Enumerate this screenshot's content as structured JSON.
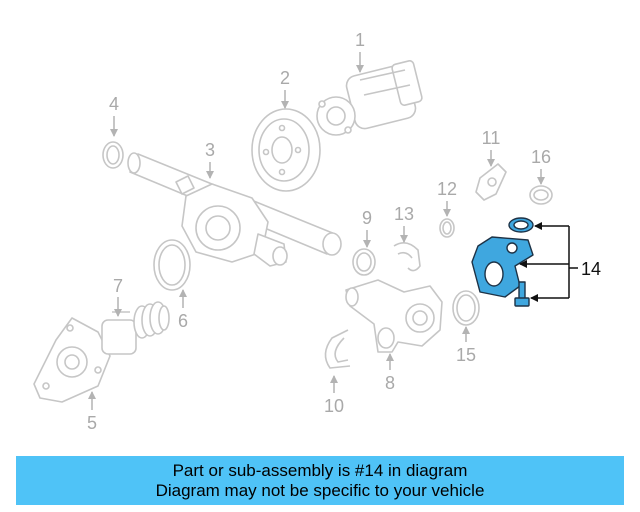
{
  "diagram": {
    "callouts": [
      "1",
      "2",
      "3",
      "4",
      "5",
      "6",
      "7",
      "8",
      "9",
      "10",
      "11",
      "12",
      "13",
      "14",
      "15",
      "16"
    ],
    "highlighted_callout": "14",
    "line_color": "#c6c6c6",
    "highlight_color": "#3fa7df"
  },
  "banner": {
    "line1": "Part or sub-assembly is #14 in diagram",
    "line2": "Diagram may not be specific to your vehicle",
    "background": "#4fc3f7"
  }
}
